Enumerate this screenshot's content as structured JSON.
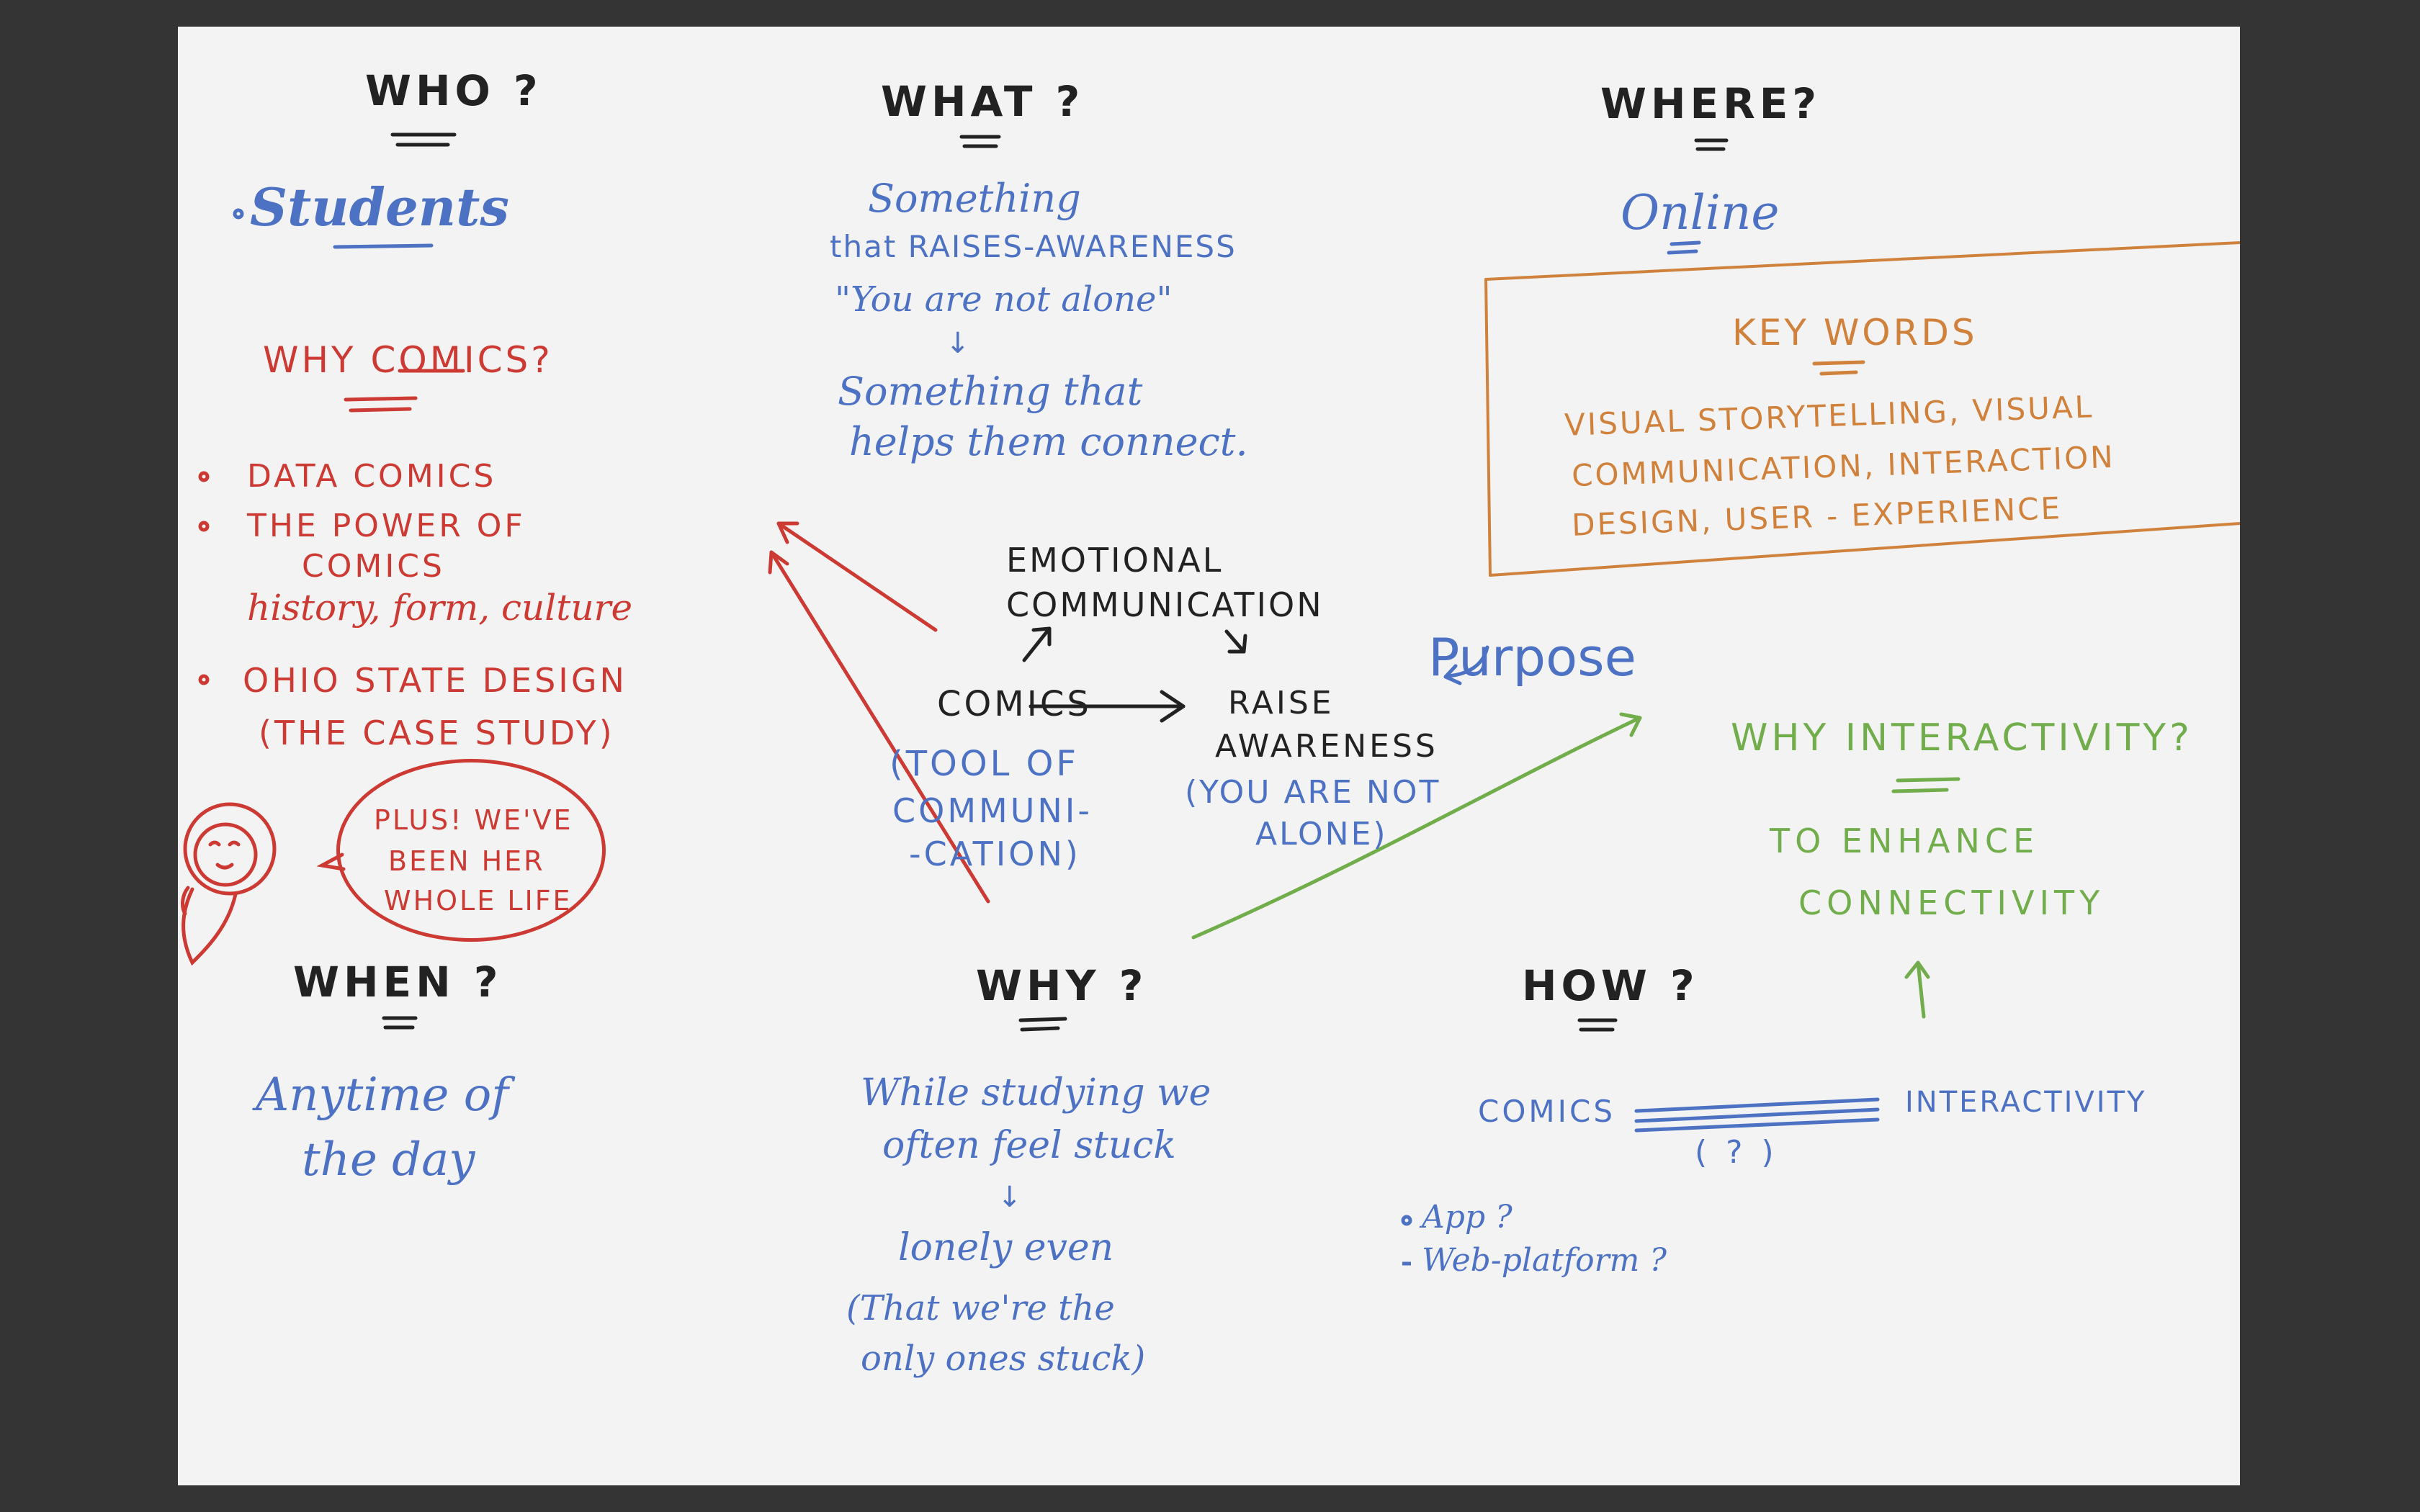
{
  "colors": {
    "background": "#343434",
    "paper": "#f3f3f3",
    "black_ink": "#222222",
    "blue_ink": "#4d72c4",
    "red_ink": "#cc3a33",
    "green_ink": "#72ad4c",
    "orange_ink": "#d0823c"
  },
  "who": {
    "heading": "WHO ?",
    "items": [
      "Students"
    ]
  },
  "why_comics": {
    "heading": "WHY COMICS?",
    "items": [
      "DATA COMICS",
      "THE POWER OF",
      "COMICS",
      "history, form, culture",
      "OHIO STATE DESIGN",
      "(THE CASE STUDY)"
    ],
    "bubble_lines": [
      "PLUS! WE'VE",
      "BEEN HER",
      "WHOLE LIFE"
    ]
  },
  "what": {
    "heading": "WHAT ?",
    "lines": [
      "Something",
      "that RAISES-AWARENESS",
      "\"You are not alone\"",
      "↓",
      "Something that",
      "helps them connect."
    ]
  },
  "where": {
    "heading": "WHERE?",
    "value": "Online"
  },
  "key_words": {
    "heading": "KEY WORDS",
    "lines": [
      "VISUAL STORYTELLING, VISUAL",
      "COMMUNICATION, INTERACTION",
      "DESIGN, USER - EXPERIENCE"
    ]
  },
  "center": {
    "emotional": [
      "EMOTIONAL",
      "COMMUNICATION"
    ],
    "comics": "COMICS",
    "comics_note": [
      "(TOOL OF",
      "COMMUNI-",
      "-CATION)"
    ],
    "raise": [
      "RAISE",
      "AWARENESS"
    ],
    "raise_note": [
      "(YOU ARE NOT",
      "ALONE)"
    ],
    "purpose": "Purpose"
  },
  "why_interactivity": {
    "heading": "WHY INTERACTIVITY?",
    "lines": [
      "TO ENHANCE",
      "CONNECTIVITY"
    ]
  },
  "when": {
    "heading": "WHEN ?",
    "lines": [
      "Anytime of",
      "the day"
    ]
  },
  "why": {
    "heading": "WHY ?",
    "lines": [
      "While studying we",
      "often feel stuck",
      "↓",
      "lonely even",
      "(That we're the",
      "only ones stuck)"
    ]
  },
  "how": {
    "heading": "HOW ?",
    "left": "COMICS",
    "right": "INTERACTIVITY",
    "link_note": "( ? )",
    "options": [
      "App ?",
      "Web-platform ?"
    ]
  }
}
